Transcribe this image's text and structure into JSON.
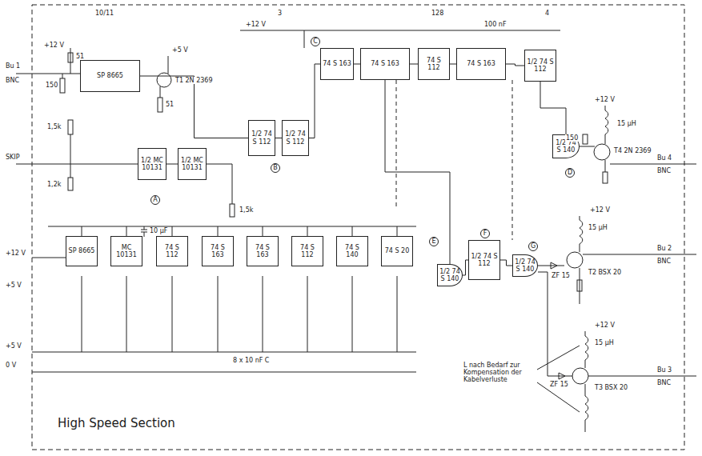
{
  "diagram": {
    "title": "High Speed Section",
    "nodes": [
      {
        "text": [
          "SP 8665"
        ]
      },
      {
        "text": [
          "1/2 MC 10131"
        ]
      },
      {
        "text": [
          "1/2 MC 10131"
        ]
      },
      {
        "text": [
          "1/2 74 S 112"
        ]
      },
      {
        "text": [
          "1/2 74 S 112"
        ]
      },
      {
        "text": [
          "74 S 163"
        ]
      },
      {
        "text": [
          "74 S 163"
        ]
      },
      {
        "text": [
          "74 S 112"
        ]
      },
      {
        "text": [
          "74 S 163"
        ]
      },
      {
        "text": [
          "1/2 74 S 112"
        ]
      },
      {
        "text": [
          "1/2 74 S 140"
        ]
      },
      {
        "text": [
          "1/2 74 S 140"
        ]
      },
      {
        "text": [
          "1/2 74 S 112"
        ]
      },
      {
        "text": [
          "1/2 74 S 140"
        ]
      },
      {
        "text": [
          "SP 8665"
        ]
      },
      {
        "text": [
          "MC 10131"
        ]
      },
      {
        "text": [
          "74 S 112"
        ]
      },
      {
        "text": [
          "74 S 163"
        ]
      },
      {
        "text": [
          "74 S 163"
        ]
      },
      {
        "text": [
          "74 S 112"
        ]
      },
      {
        "text": [
          "74 S 140"
        ]
      },
      {
        "text": [
          "74 S 20"
        ]
      }
    ],
    "edges": [
      {
        "from": 0,
        "to": 3,
        "arrow": "none"
      },
      {
        "from": 1,
        "to": 2,
        "arrow": "none"
      },
      {
        "from": 3,
        "to": 4,
        "arrow": "none"
      },
      {
        "from": 4,
        "to": 5,
        "arrow": "none"
      },
      {
        "from": 5,
        "to": 6,
        "arrow": "none"
      },
      {
        "from": 6,
        "to": 7,
        "arrow": "none"
      },
      {
        "from": 7,
        "to": 8,
        "arrow": "none"
      },
      {
        "from": 8,
        "to": 9,
        "arrow": "none"
      },
      {
        "from": 9,
        "to": 10,
        "arrow": "none"
      },
      {
        "from": 6,
        "to": 11,
        "arrow": "none"
      },
      {
        "from": 11,
        "to": 12,
        "arrow": "none"
      },
      {
        "from": 12,
        "to": 13,
        "arrow": "none"
      }
    ],
    "labels": [
      "10/11",
      "3",
      "128",
      "4",
      "Bu 1",
      "BNC",
      "SKIP",
      "+12 V",
      "+5 V",
      "+5 V",
      "0 V",
      "+12 V",
      "+5 V",
      "T1 2N 2369",
      "150",
      "51",
      "1,5k",
      "1,2k",
      "51",
      "1,5k",
      "+12 V",
      "100 nF",
      "+12 V",
      "15 µH",
      "T4 2N 2369",
      "150",
      "Bu 4",
      "BNC",
      "Bu 2",
      "BNC",
      "Bu 3",
      "BNC",
      "ZF 15",
      "ZF 15",
      "T2 BSX 20",
      "T3 BSX 20",
      "15 µH",
      "15 µH",
      "+12 V",
      "+12 V",
      "L nach Bedarf zur Kompensation der Kabelverluste",
      "8 x 10 nF C",
      "10 µF",
      "A",
      "B",
      "C",
      "D",
      "E",
      "F",
      "G"
    ]
  }
}
